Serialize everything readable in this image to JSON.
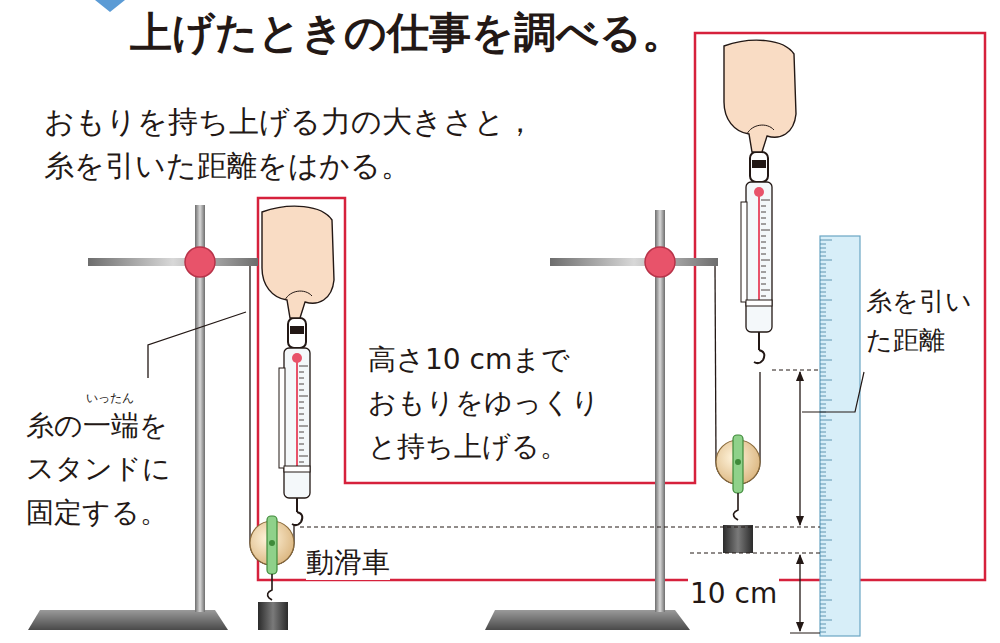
{
  "diagram": {
    "title": "上げたときの仕事を調べる。",
    "labels": [
      "おもりを持ち上げる力の大きさと， 糸を引いた距離をはかる。",
      "いったん",
      "糸の一端を スタンドに 固定する。",
      "高さ10 cmまで おもりをゆっくり と持ち上げる。",
      "動滑車",
      "糸を引い た距離",
      "10 cm"
    ]
  }
}
